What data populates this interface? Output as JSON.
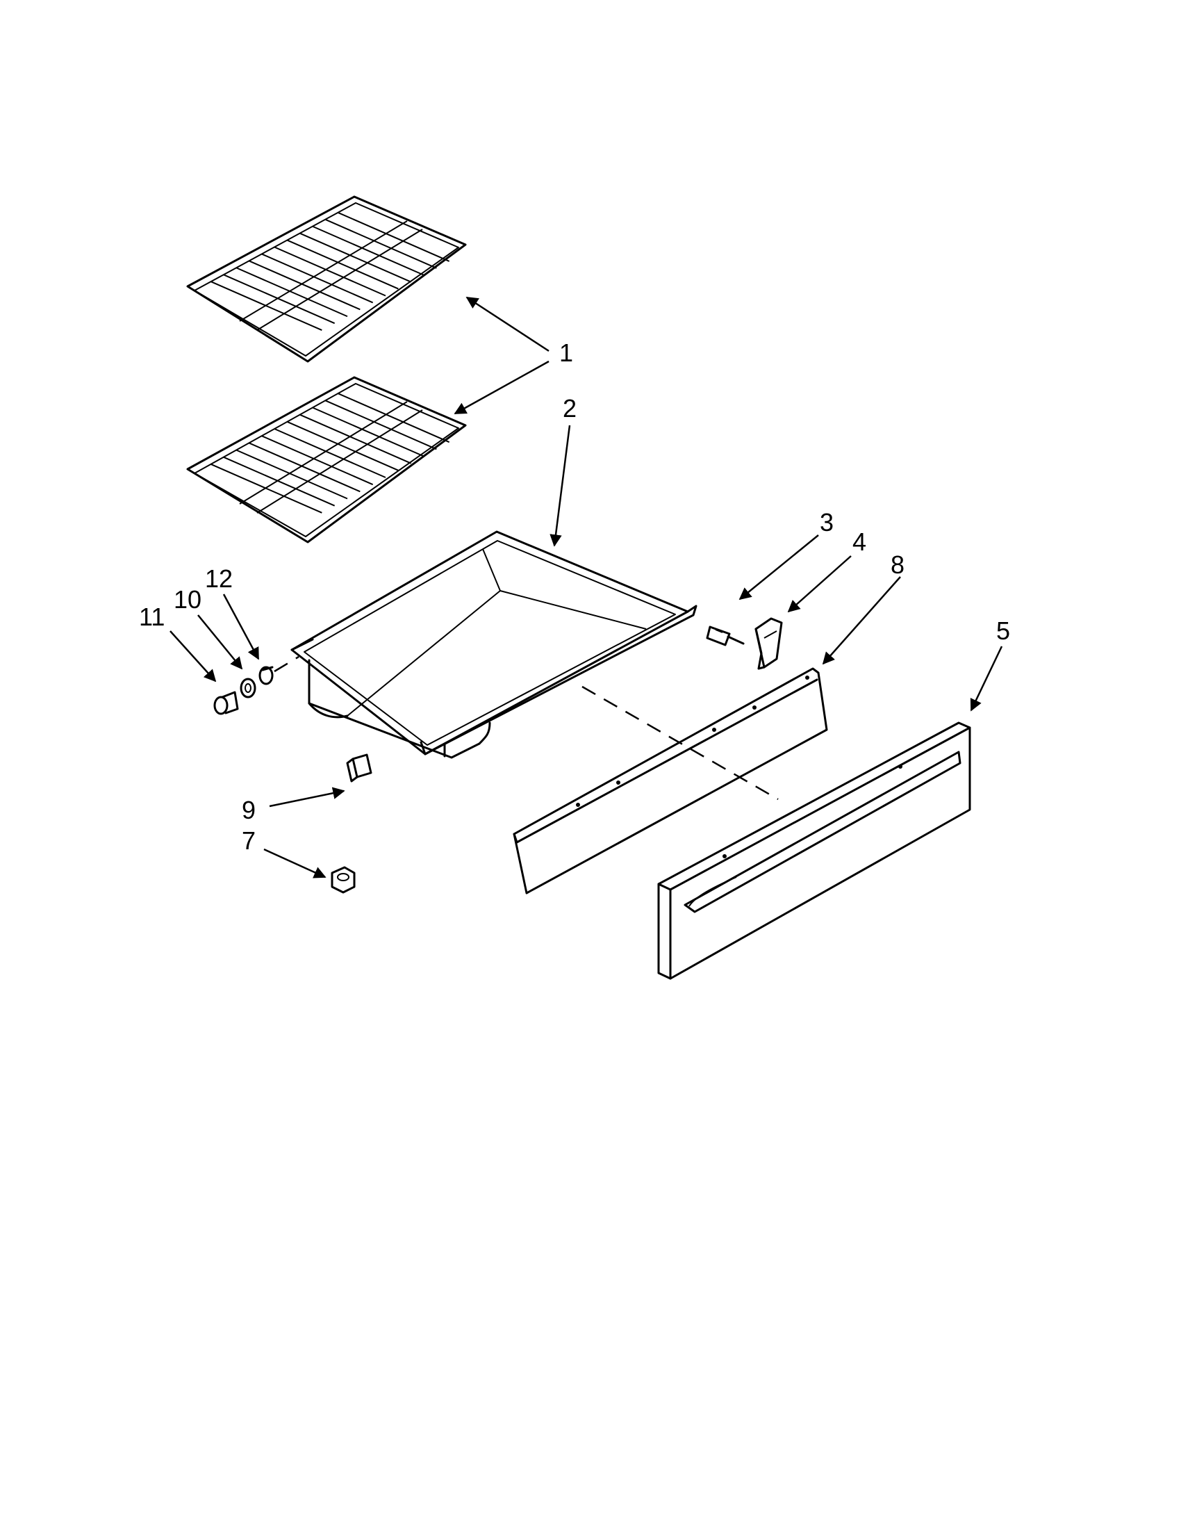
{
  "diagram": {
    "labels": {
      "p1": "1",
      "p2": "2",
      "p3": "3",
      "p4": "4",
      "p5": "5",
      "p7": "7",
      "p8": "8",
      "p9": "9",
      "p10": "10",
      "p11": "11",
      "p12": "12"
    }
  }
}
